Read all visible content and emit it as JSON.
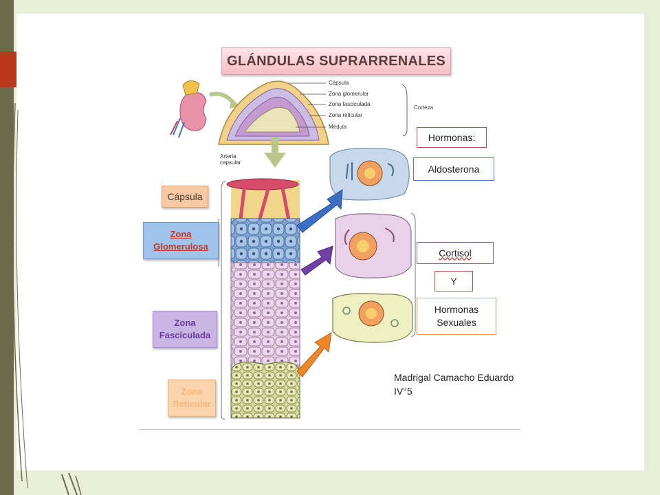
{
  "title": "GLÁNDULAS SUPRARRENALES",
  "structure_labels": [
    "Cápsula",
    "Zona glomerular",
    "Zona fasciculada",
    "Zona reticular",
    "Médula"
  ],
  "corteza_label": "Corteza",
  "arteria_label": "Arteria capsular",
  "zones": {
    "capsula": "Cápsula",
    "glomerulosa": "Zona Glomerulosa",
    "fasciculada": "Zona Fasciculada",
    "reticular": "Zona Reticular"
  },
  "hormones": {
    "header": "Hormonas:",
    "aldosterona": "Aldosterona",
    "cortisol": "Cortisol",
    "y": "Y",
    "sexuales": "Hormonas Sexuales"
  },
  "author": {
    "name": "Madrigal Camacho Eduardo",
    "group": "IV°5"
  },
  "colors": {
    "accent": "#b8391c",
    "capsula": "#f7c8a4",
    "glomerulosa": "#9fc3ea",
    "fasciculada": "#c9b5e4",
    "reticular": "#fbd4ae",
    "arrow_blue": "#3a6fc4",
    "arrow_purple": "#7040a6",
    "arrow_orange": "#f0862a"
  }
}
